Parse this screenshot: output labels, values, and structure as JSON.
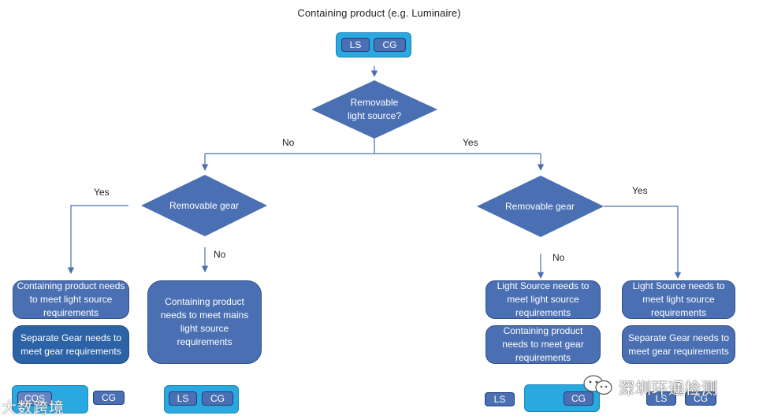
{
  "title": "Containing product (e.g. Luminaire)",
  "chips": {
    "ls": "LS",
    "cg": "CG",
    "cos": "COS"
  },
  "decisions": {
    "top": "Removable light source?",
    "left": "Removable gear",
    "right": "Removable gear"
  },
  "edges": {
    "no": "No",
    "yes": "Yes"
  },
  "boxes": {
    "ll_top": "Containing product needs to meet light source requirements",
    "ll_bottom": "Separate Gear needs to meet gear requirements",
    "lr": "Containing product needs to meet mains light source requirements",
    "rl_top": "Light Source needs to meet light source requirements",
    "rl_bottom": "Containing product needs to meet gear requirements",
    "rr_top": "Light Source needs to meet light source requirements",
    "rr_bottom": "Separate Gear needs to meet gear requirements"
  },
  "watermarks": {
    "left": "大数跨境",
    "right": "深圳环通检测"
  },
  "colors": {
    "decision_fill": "#4a6fb3",
    "box_fill": "#4a6fb3",
    "box_dark_fill": "#2c62a6",
    "tray_fill": "#29a9df",
    "connector": "#4a6fb3"
  }
}
